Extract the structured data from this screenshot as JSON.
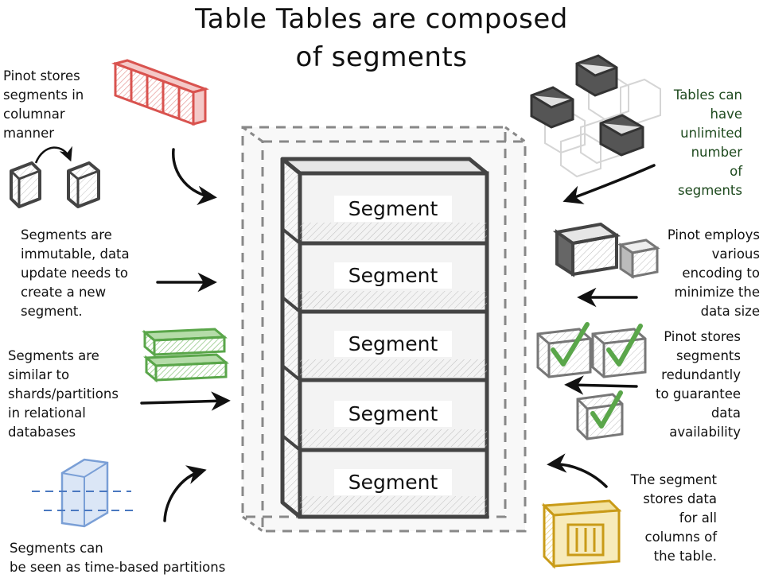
{
  "title_line1": "Table Tables are composed",
  "title_line2": "of segments",
  "segments": [
    "Segment",
    "Segment",
    "Segment",
    "Segment",
    "Segment"
  ],
  "notes": {
    "columnar": [
      "Pinot stores",
      "segments in",
      "columnar",
      "manner"
    ],
    "immutable": [
      "Segments are",
      "immutable, data",
      "update needs to",
      "create a new",
      "segment."
    ],
    "shards": [
      "Segments are",
      "similar to",
      "shards/partitions",
      "in relational",
      "databases"
    ],
    "time": [
      "Segments can",
      "be seen as time-based partitions"
    ],
    "unlimited": [
      "Tables can",
      "have",
      "unlimited",
      "number",
      "of",
      "segments"
    ],
    "encoding": [
      "Pinot employs",
      "various",
      "encoding to",
      "minimize the",
      "data size"
    ],
    "redundant": [
      "Pinot stores",
      "segments",
      "redundantly",
      "to guarantee",
      "data",
      "availability"
    ],
    "columns": [
      "The segment",
      "stores data",
      "for all",
      "columns of",
      "the table."
    ]
  },
  "colors": {
    "ink": "#3a3a3a",
    "red": "#d9534f",
    "green": "#5aa64a",
    "blue": "#7a9fd6",
    "gold": "#d9b030",
    "dark_green_text": "#1e4a1e"
  }
}
